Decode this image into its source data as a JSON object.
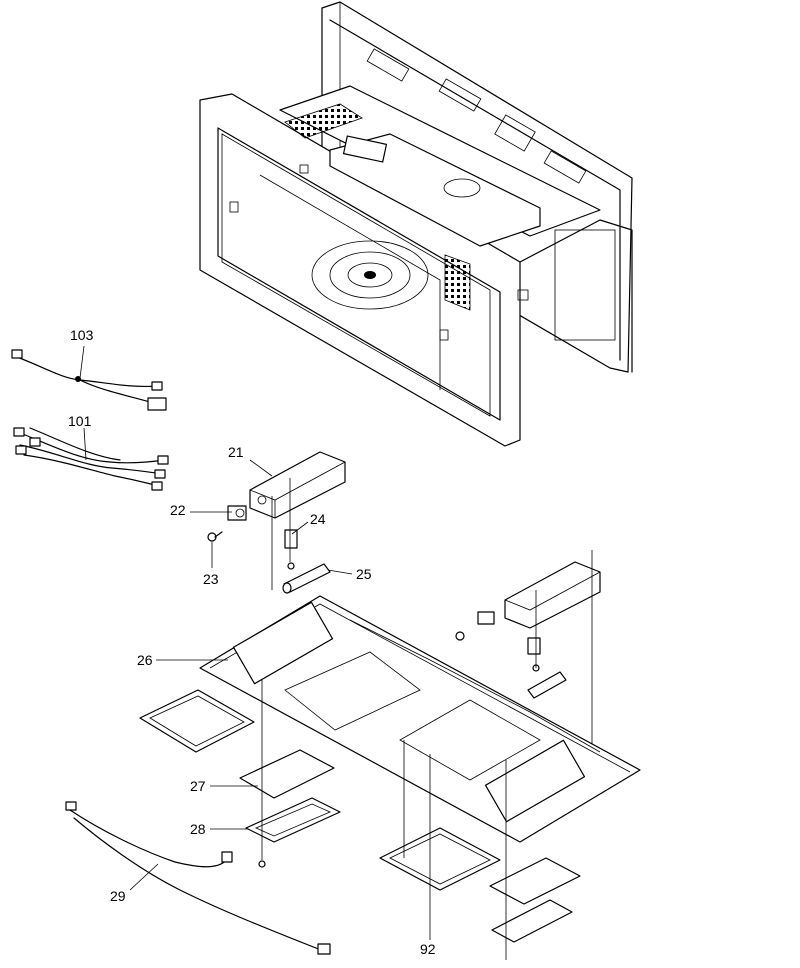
{
  "part_labels": {
    "p103": "103",
    "p101": "101",
    "p21": "21",
    "p22": "22",
    "p23": "23",
    "p24": "24",
    "p25": "25",
    "p26": "26",
    "p27": "27",
    "p28": "28",
    "p29": "29",
    "p92": "92"
  }
}
